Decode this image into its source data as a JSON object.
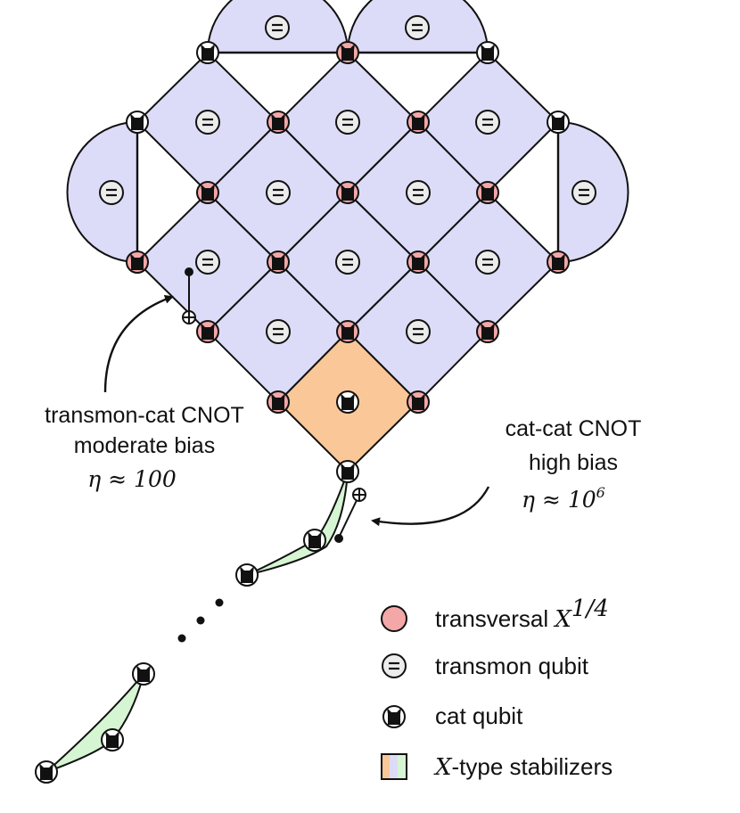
{
  "colors": {
    "stabilizer": "#dcdcf8",
    "special_stabilizer": "#fac898",
    "repetition_arc": "#d6f5d2",
    "transversal_ring": "#f4a7a7",
    "transmon_fill": "#ececec",
    "cat": "#111111",
    "stroke": "#111111"
  },
  "annotations": {
    "left": {
      "line1": "transmon-cat CNOT",
      "line2": "moderate bias",
      "eta": "η ≈ 100"
    },
    "right": {
      "line1": "cat-cat CNOT",
      "line2": "high bias",
      "eta_prefix": "η ≈ 10",
      "eta_exp": "6"
    }
  },
  "legend": {
    "items": [
      {
        "icon": "transversal-marker-icon",
        "label": "transversal ",
        "math": "X",
        "sup": "1/4"
      },
      {
        "icon": "transmon-qubit-icon",
        "label": "transmon qubit"
      },
      {
        "icon": "cat-qubit-icon",
        "label": "cat qubit"
      },
      {
        "icon": "stabilizer-swatch-icon",
        "math": "X",
        "label": "-type stabilizers"
      }
    ]
  }
}
